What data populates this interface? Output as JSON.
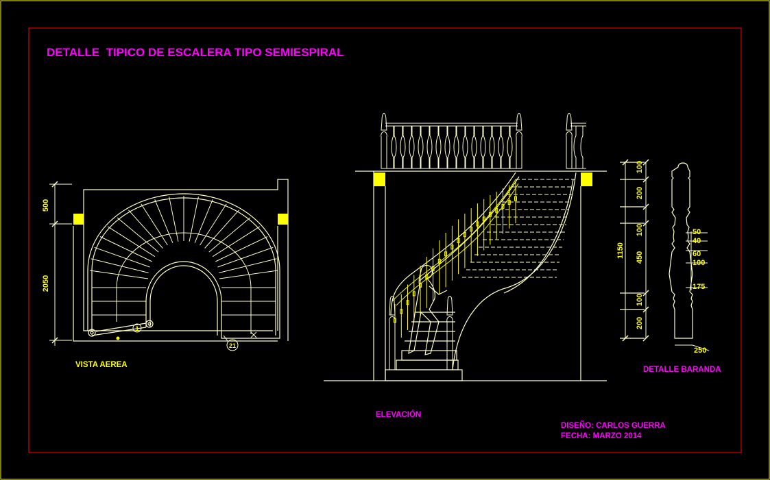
{
  "title": "DETALLE  TIPICO DE ESCALERA TIPO SEMIESPIRAL",
  "plan": {
    "label": "VISTA AEREA",
    "dim_top": "500",
    "dim_main": "2050",
    "step_first": "1",
    "step_last": "21"
  },
  "elevation": {
    "label": "ELEVACIÓN"
  },
  "baranda": {
    "label": "DETALLE BARANDA",
    "dim_total": "1150",
    "dims_left": [
      "100",
      "200",
      "100",
      "450",
      "100",
      "200"
    ],
    "dims_right": [
      "50",
      "40",
      "60",
      "100",
      "175"
    ],
    "dim_base": "250"
  },
  "credits": {
    "design": "DISEÑO: CARLOS GUERRA",
    "date": "FECHA: MARZO 2014"
  },
  "colors": {
    "background": "#000000",
    "frame_outer": "#ffff00",
    "frame_inner": "#ff0000",
    "linework": "#ffffcc",
    "accent": "#ffff00",
    "text": "#ff00ff"
  }
}
